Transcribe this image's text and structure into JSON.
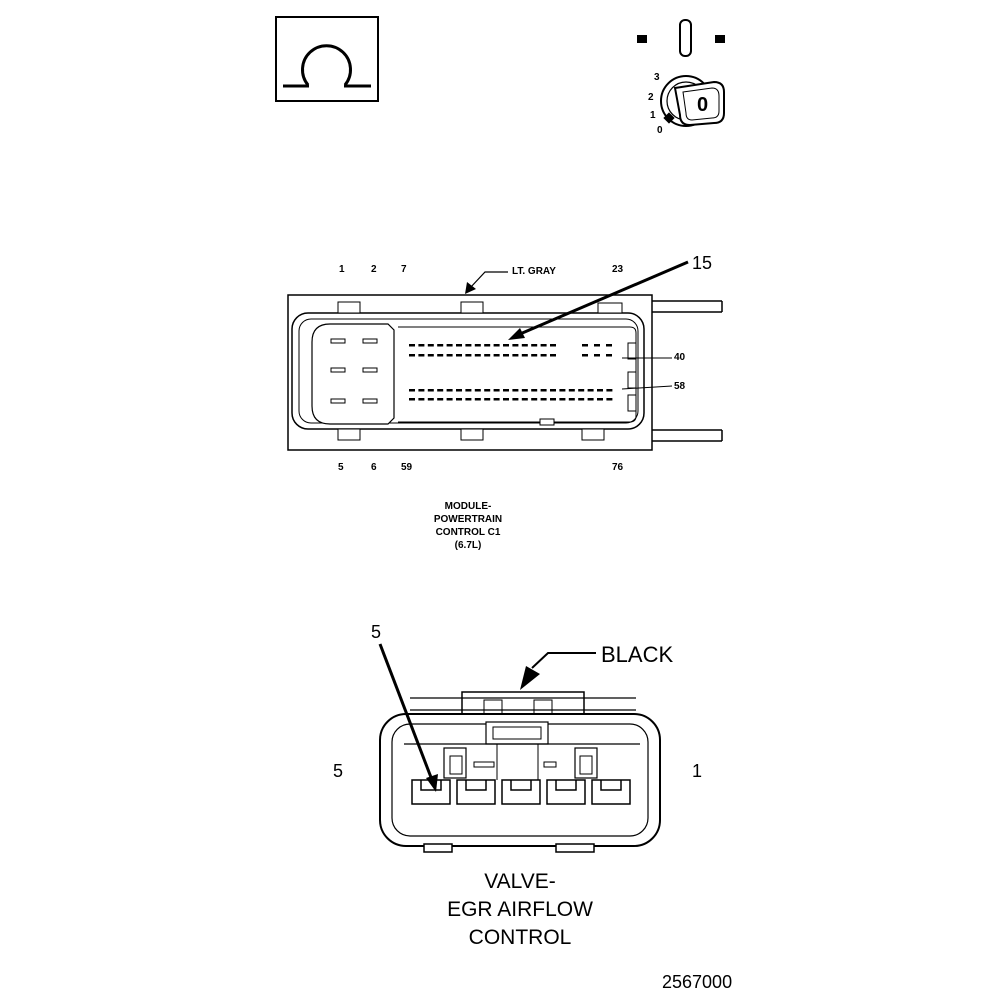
{
  "ignition_switch": {
    "positions": [
      "3",
      "2",
      "1",
      "0"
    ],
    "key_label": "0"
  },
  "connector_c1": {
    "pins_top": [
      "1",
      "2",
      "7",
      "23"
    ],
    "pins_bottom": [
      "5",
      "6",
      "59",
      "76"
    ],
    "color_label": "LT. GRAY",
    "callout_pin": "15",
    "side_pin_a": "40",
    "side_pin_b": "58",
    "caption": [
      "MODULE-",
      "POWERTRAIN",
      "CONTROL C1",
      "(6.7L)"
    ]
  },
  "connector_egr": {
    "color_label": "BLACK",
    "callout_pin": "5",
    "left_pin": "5",
    "right_pin": "1",
    "caption": [
      "VALVE-",
      "EGR AIRFLOW",
      "CONTROL"
    ]
  },
  "figure_number": "2567000"
}
